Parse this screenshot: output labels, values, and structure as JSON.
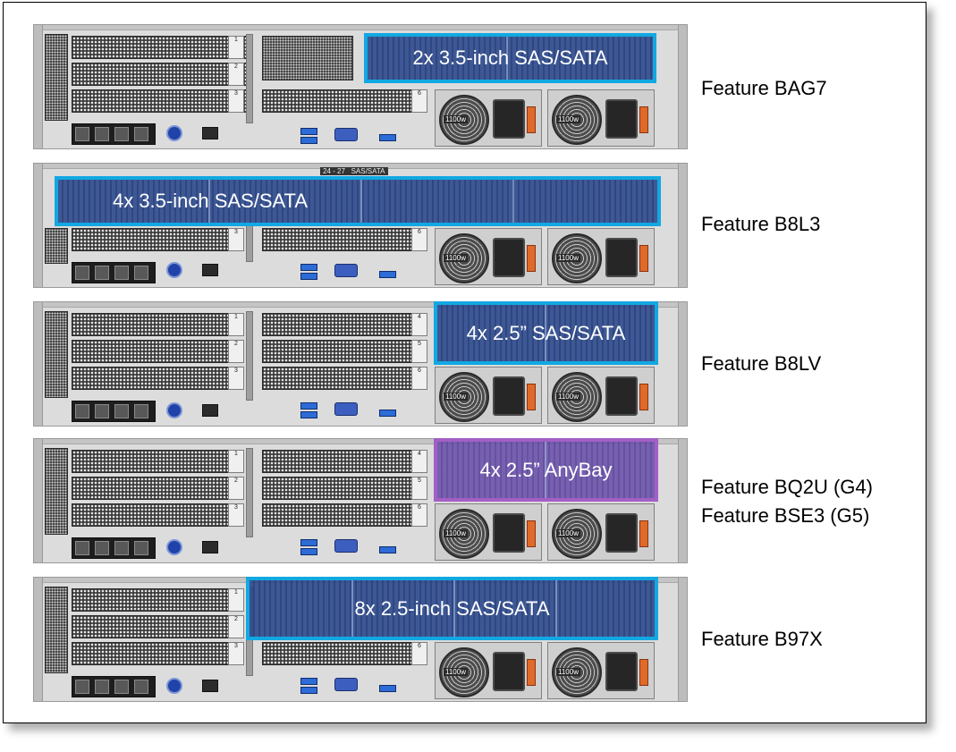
{
  "rows": [
    {
      "bay_label": "2x 3.5-inch SAS/SATA",
      "features": [
        "Feature BAG7"
      ],
      "bay_color": "blue",
      "drives": 2
    },
    {
      "bay_label": "4x 3.5-inch SAS/SATA",
      "features": [
        "Feature B8L3"
      ],
      "bay_color": "blue",
      "drives": 4
    },
    {
      "bay_label": "4x 2.5” SAS/SATA",
      "features": [
        "Feature B8LV"
      ],
      "bay_color": "blue",
      "drives": 2
    },
    {
      "bay_label": "4x 2.5” AnyBay",
      "features": [
        "Feature BQ2U (G4)",
        "Feature BSE3 (G5)"
      ],
      "bay_color": "purple",
      "drives": 2
    },
    {
      "bay_label": "8x 2.5-inch SAS/SATA",
      "features": [
        "Feature B97X"
      ],
      "bay_color": "blue",
      "drives": 4
    }
  ],
  "chassis_text": {
    "psu_rating": "1100w",
    "drive_cage_label": "24 - 27",
    "drive_cage_type": "SAS/SATA",
    "slot_numbers": [
      "1",
      "2",
      "3",
      "4",
      "5",
      "6"
    ]
  },
  "colors": {
    "sas_sata_outline": "#12a8e2",
    "anybay_outline": "#a35fc6",
    "bay_fill": "#1f3a78"
  }
}
